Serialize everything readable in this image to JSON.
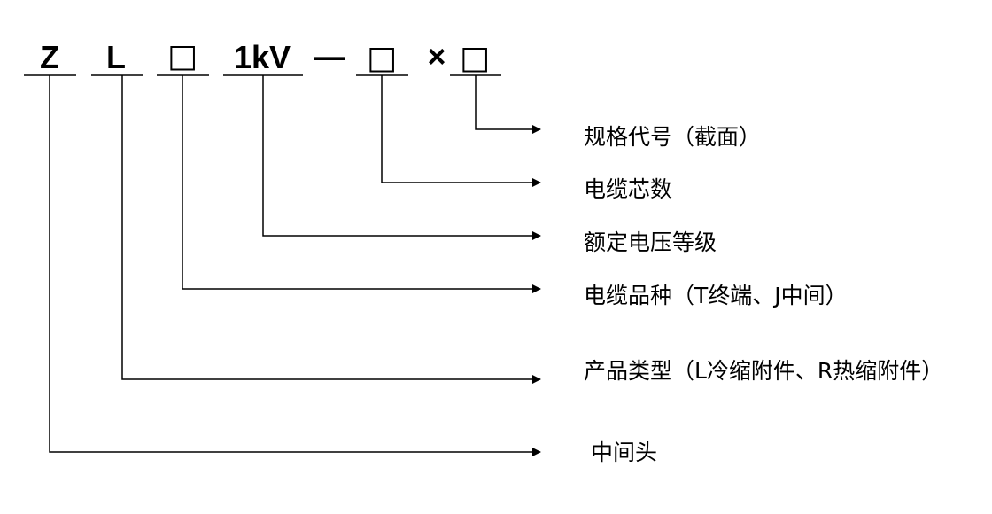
{
  "code": {
    "z": "Z",
    "l": "L",
    "box_small": "□",
    "voltage": "1kV",
    "dash": "—",
    "box_cores": "□",
    "times": "×",
    "box_spec": "□"
  },
  "labels": {
    "spec": "规格代号（截面）",
    "cores": "电缆芯数",
    "voltage": "额定电压等级",
    "variety": "电缆品种（T终端、J中间）",
    "product_type": "产品类型（L冷缩附件、R热缩附件）",
    "joint": "中间头"
  }
}
